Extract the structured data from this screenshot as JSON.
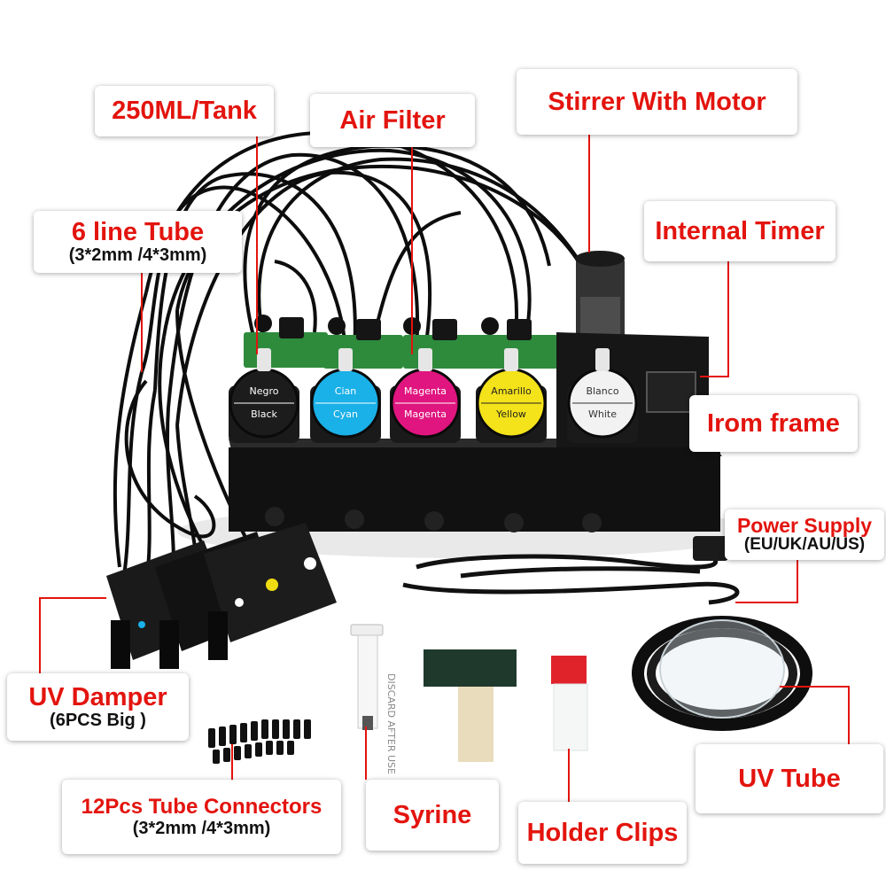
{
  "labels": {
    "tank": "250ML/Tank",
    "air_filter": "Air Filter",
    "stirrer": "Stirrer With Motor",
    "line_tube": "6 line Tube",
    "line_tube_sub": "(3*2mm /4*3mm)",
    "timer": "Internal Timer",
    "frame": "Irom frame",
    "power": "Power Supply",
    "power_sub": "(EU/UK/AU/US)",
    "damper": "UV Damper",
    "damper_sub": "(6PCS Big )",
    "connectors": "12Pcs Tube Connectors",
    "connectors_sub": "(3*2mm /4*3mm)",
    "syringe": "Syrine",
    "clips": "Holder Clips",
    "uv_tube": "UV Tube"
  },
  "tanks": [
    {
      "top": "Negro",
      "bottom": "Black",
      "color": "#1c1c1c",
      "text_color": "#ffffff"
    },
    {
      "top": "Cian",
      "bottom": "Cyan",
      "color": "#1ab0e8",
      "text_color": "#ffffff"
    },
    {
      "top": "Magenta",
      "bottom": "Magenta",
      "color": "#e0157f",
      "text_color": "#ffffff"
    },
    {
      "top": "Amarillo",
      "bottom": "Yellow",
      "color": "#f4e21a",
      "text_color": "#222222"
    },
    {
      "top": "Blanco",
      "bottom": "White",
      "color": "#f2f2f2",
      "text_color": "#333333"
    }
  ],
  "syringe_text": "DISCARD AFTER USE",
  "colors": {
    "label_text": "#e3140e",
    "leader_line": "#e3140e",
    "frame": "#111111"
  }
}
